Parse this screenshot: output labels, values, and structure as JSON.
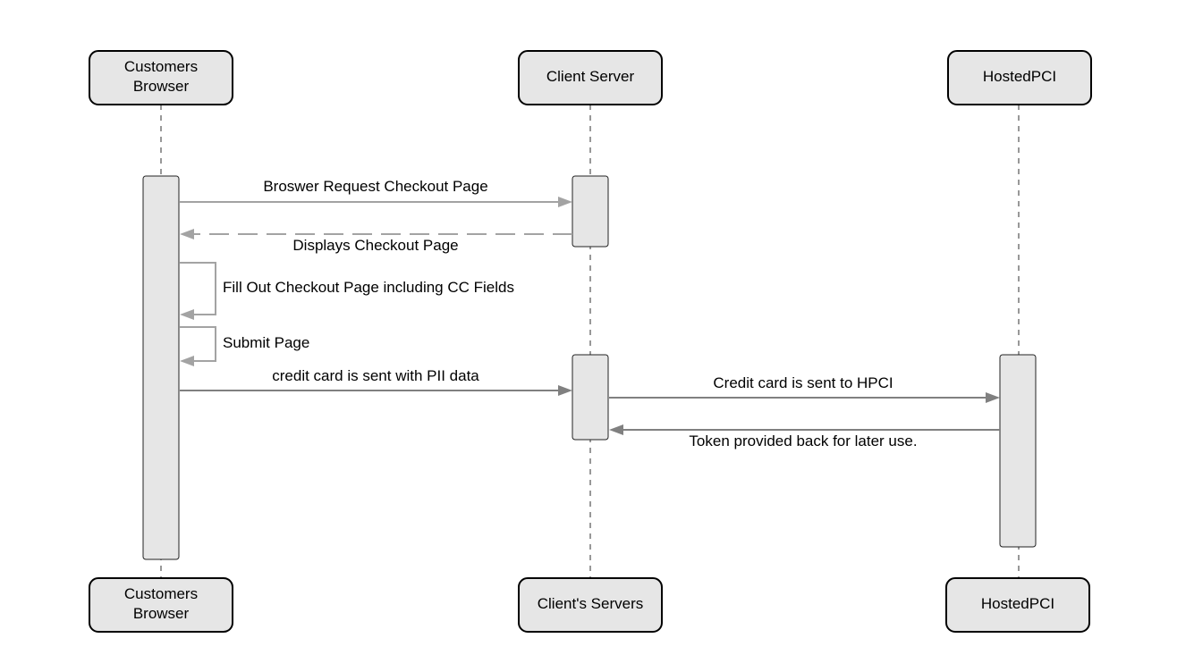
{
  "actors": {
    "browser": {
      "top_lines": [
        "Customers",
        "Browser"
      ],
      "bottom_lines": [
        "Customers",
        "Browser"
      ]
    },
    "server": {
      "top_lines": [
        "Client Server"
      ],
      "bottom_lines": [
        "Client's Servers"
      ]
    },
    "hpci": {
      "top_lines": [
        "HostedPCI"
      ],
      "bottom_lines": [
        "HostedPCI"
      ]
    }
  },
  "messages": [
    {
      "from": "browser",
      "to": "server",
      "label": "Broswer Request Checkout Page",
      "style": "solid"
    },
    {
      "from": "server",
      "to": "browser",
      "label": "Displays Checkout Page",
      "style": "dashed"
    },
    {
      "from": "browser",
      "to": "browser",
      "label": "Fill Out Checkout Page including CC Fields",
      "style": "self"
    },
    {
      "from": "browser",
      "to": "browser",
      "label": "Submit Page",
      "style": "self"
    },
    {
      "from": "browser",
      "to": "server",
      "label": "credit card is  sent with PII data",
      "style": "solid"
    },
    {
      "from": "server",
      "to": "hpci",
      "label": "Credit card is sent to HPCI",
      "style": "solid"
    },
    {
      "from": "hpci",
      "to": "server",
      "label": "Token provided back for later use.",
      "style": "solid"
    }
  ],
  "colors": {
    "box_fill": "#e6e6e6",
    "box_stroke": "#000000",
    "lifeline": "#777777",
    "arrow_light": "#a3a3a3",
    "arrow_dark": "#808080"
  }
}
